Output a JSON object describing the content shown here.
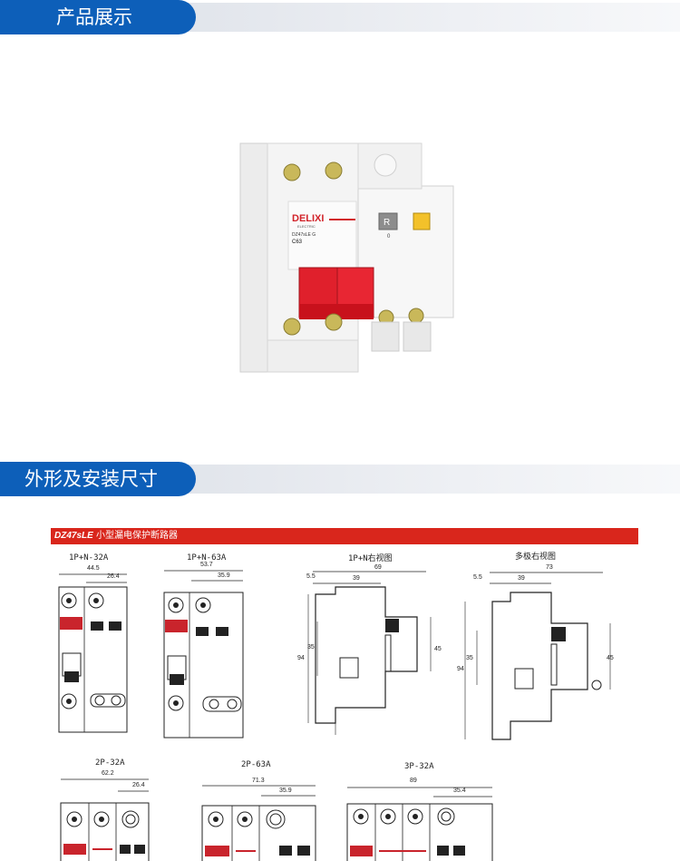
{
  "sections": {
    "product_display": "产品展示",
    "dimensions": "外形及安装尺寸"
  },
  "product": {
    "brand": "DELIXI",
    "brand_sub": "ELECTRIC",
    "model": "DZ47sLE G",
    "rating": "C63",
    "test_button": "R",
    "reset_label": "0"
  },
  "banner": {
    "model": "DZ47sLE",
    "title": "小型漏电保护断路器"
  },
  "drawings": {
    "d1": {
      "label": "1P+N-32A",
      "w_total": "44.5",
      "w_right": "26.4"
    },
    "d2": {
      "label": "1P+N-63A",
      "w_total": "53.7",
      "w_right": "35.9"
    },
    "d3": {
      "label": "1P+N右视图",
      "d_a": "5.5",
      "d_b": "39",
      "d_c": "69",
      "h_total": "94",
      "h_a": "35",
      "h_b": "45"
    },
    "d4": {
      "label": "多极右视图",
      "d_a": "5.5",
      "d_b": "39",
      "d_c": "73",
      "h_total": "94",
      "h_a": "35",
      "h_b": "45"
    },
    "d5": {
      "label": "2P-32A",
      "w_total": "62.2",
      "w_right": "26.4"
    },
    "d6": {
      "label": "2P-63A",
      "w_total": "71.3",
      "w_right": "35.9"
    },
    "d7": {
      "label": "3P-32A",
      "w_total": "89",
      "w_right": "35.4"
    }
  }
}
